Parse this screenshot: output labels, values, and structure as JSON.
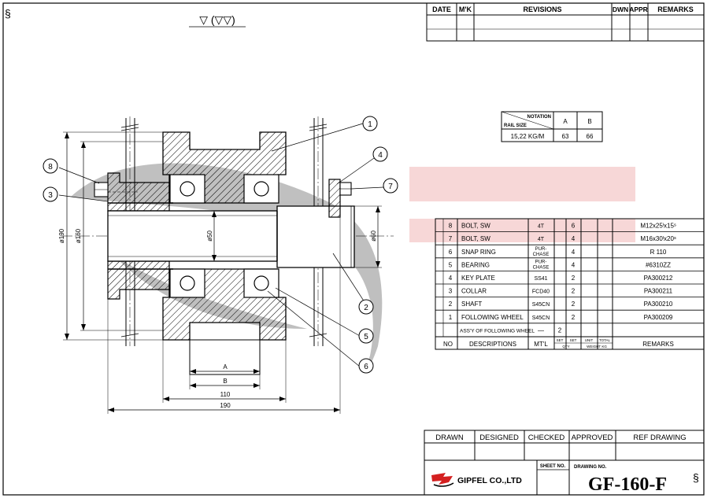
{
  "surface_symbol": "▽ (▽▽)",
  "revisions": {
    "headers": [
      "DATE",
      "M'K",
      "REVISIONS",
      "DWN",
      "APPR",
      "REMARKS"
    ]
  },
  "notation": {
    "corner_top": "NOTATION",
    "corner_bottom": "RAIL SIZE",
    "col_a": "A",
    "col_b": "B",
    "row_label": "15,22 KG/M",
    "a_value": "63",
    "b_value": "66"
  },
  "callouts": [
    "1",
    "2",
    "3",
    "4",
    "5",
    "6",
    "7",
    "8"
  ],
  "dimensions": {
    "a": "A",
    "b": "B",
    "d110": "110",
    "d190": "190",
    "phi190": "ø190",
    "phi160": "ø160",
    "phi50": "ø50",
    "phi60": "ø60"
  },
  "parts": {
    "rows": [
      {
        "no": "8",
        "desc": "BOLT, SW",
        "mat": "4T",
        "qty": "6",
        "remarks": "M12x25ˡx15ˢ"
      },
      {
        "no": "7",
        "desc": "BOLT, SW",
        "mat": "4T",
        "qty": "4",
        "remarks": "M16x30ˡx20ˢ"
      },
      {
        "no": "6",
        "desc": "SNAP RING",
        "mat": "PUR-CHASE",
        "qty": "4",
        "remarks": "R 110"
      },
      {
        "no": "5",
        "desc": "BEARING",
        "mat": "PUR-CHASE",
        "qty": "4",
        "remarks": "#6310ZZ"
      },
      {
        "no": "4",
        "desc": "KEY PLATE",
        "mat": "SS41",
        "qty": "2",
        "remarks": "PA300212"
      },
      {
        "no": "3",
        "desc": "COLLAR",
        "mat": "FCD40",
        "qty": "2",
        "remarks": "PA300211"
      },
      {
        "no": "2",
        "desc": "SHAFT",
        "mat": "S45CN",
        "qty": "2",
        "remarks": "PA300210"
      },
      {
        "no": "1",
        "desc": "FOLLOWING WHEEL",
        "mat": "S45CN",
        "qty": "2",
        "remarks": "PA300209"
      }
    ],
    "assembly": {
      "desc": "ASS'Y OF FOLLOWING WHEEL",
      "mat": "—",
      "qty": "2"
    },
    "header": {
      "no": "NO",
      "desc": "DESCRIPTIONS",
      "mat": "MT'L",
      "set": "SET",
      "set2": "SET",
      "qty": "QTY",
      "unit": "UNIT",
      "total": "TOTAL",
      "weight": "WEIGHT KG",
      "remarks": "REMARKS"
    }
  },
  "title_block": {
    "drawn": "DRAWN",
    "designed": "DESIGNED",
    "checked": "CHECKED",
    "approved": "APPROVED",
    "ref_drawing": "REF DRAWING",
    "sheet_no": "SHEET NO.",
    "drawing_no_label": "DRAWING NO.",
    "company": "GIPFEL CO.,LTD",
    "drawing_no": "GF-160-F"
  },
  "colors": {
    "watermark_gray": "#8c8c8c",
    "watermark_pink": "#f1b7b7",
    "logo_red": "#d42020"
  }
}
